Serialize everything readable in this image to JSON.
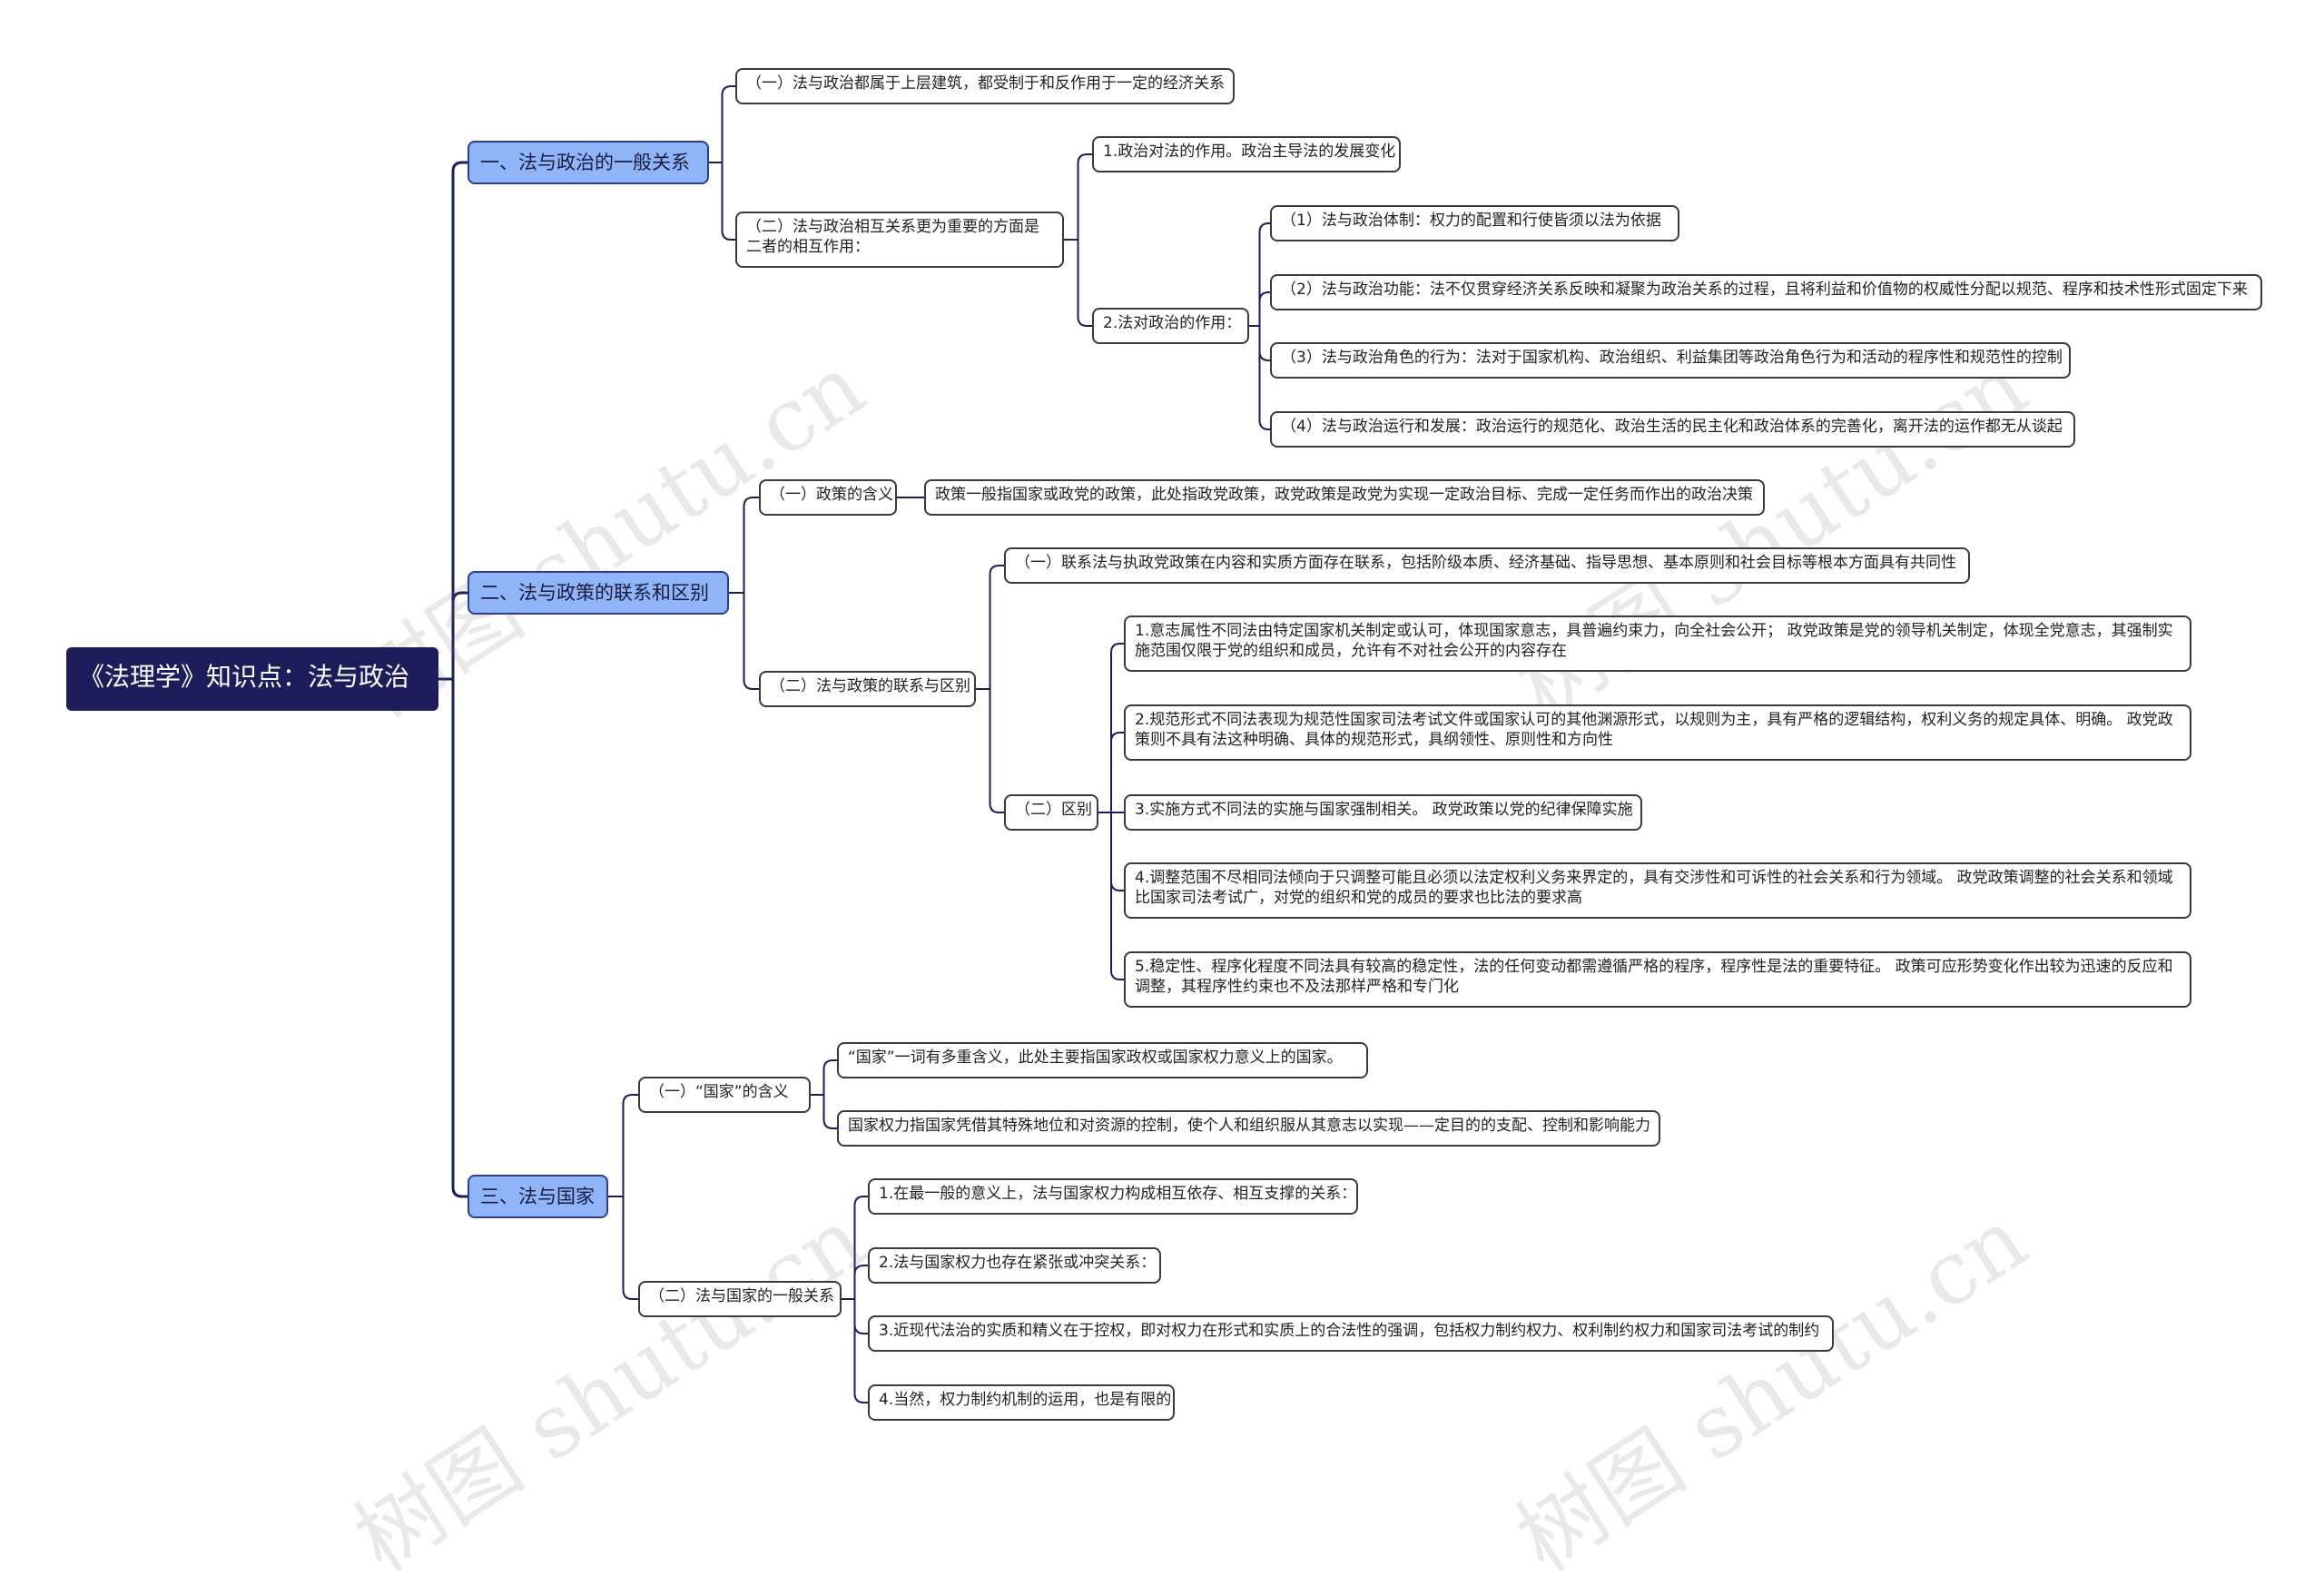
{
  "root": "《法理学》知识点：法与政治",
  "watermark": "树图 shutu.cn",
  "colors": {
    "root_bg": "#1e1d5c",
    "branch_bg": "#8fb4f7",
    "line": "#1e1d5c"
  },
  "branches": [
    {
      "label": "一、法与政治的一般关系",
      "children": [
        {
          "label": "（一）法与政治都属于上层建筑，都受制于和反作用于一定的经济关系"
        },
        {
          "label": "（二）法与政治相互关系更为重要的方面是二者的相互作用：",
          "children": [
            {
              "label": "1.政治对法的作用。政治主导法的发展变化"
            },
            {
              "label": "2.法对政治的作用：",
              "children": [
                {
                  "label": "（1）法与政治体制：权力的配置和行使皆须以法为依据"
                },
                {
                  "label": "（2）法与政治功能：法不仅贯穿经济关系反映和凝聚为政治关系的过程，且将利益和价值物的权威性分配以规范、程序和技术性形式固定下来"
                },
                {
                  "label": "（3）法与政治角色的行为：法对于国家机构、政治组织、利益集团等政治角色行为和活动的程序性和规范性的控制"
                },
                {
                  "label": "（4）法与政治运行和发展：政治运行的规范化、政治生活的民主化和政治体系的完善化，离开法的运作都无从谈起"
                }
              ]
            }
          ]
        }
      ]
    },
    {
      "label": "二、法与政策的联系和区别",
      "children": [
        {
          "label": "（一）政策的含义",
          "children": [
            {
              "label": "政策一般指国家或政党的政策，此处指政党政策，政党政策是政党为实现一定政治目标、完成一定任务而作出的政治决策"
            }
          ]
        },
        {
          "label": "（二）法与政策的联系与区别",
          "children": [
            {
              "label": "（一）联系法与执政党政策在内容和实质方面存在联系，包括阶级本质、经济基础、指导思想、基本原则和社会目标等根本方面具有共同性"
            },
            {
              "label": "（二）区别",
              "children": [
                {
                  "label": "1.意志属性不同法由特定国家机关制定或认可，体现国家意志，具普遍约束力，向全社会公开； 政党政策是党的领导机关制定，体现全党意志，其强制实施范围仅限于党的组织和成员，允许有不对社会公开的内容存在"
                },
                {
                  "label": "2.规范形式不同法表现为规范性国家司法考试文件或国家认可的其他渊源形式，以规则为主，具有严格的逻辑结构，权利义务的规定具体、明确。 政党政策则不具有法这种明确、具体的规范形式，具纲领性、原则性和方向性"
                },
                {
                  "label": "3.实施方式不同法的实施与国家强制相关。 政党政策以党的纪律保障实施"
                },
                {
                  "label": "4.调整范围不尽相同法倾向于只调整可能且必须以法定权利义务来界定的，具有交涉性和可诉性的社会关系和行为领域。 政党政策调整的社会关系和领域比国家司法考试广，对党的组织和党的成员的要求也比法的要求高"
                },
                {
                  "label": "5.稳定性、程序化程度不同法具有较高的稳定性，法的任何变动都需遵循严格的程序，程序性是法的重要特征。 政策可应形势变化作出较为迅速的反应和调整，其程序性约束也不及法那样严格和专门化"
                }
              ]
            }
          ]
        }
      ]
    },
    {
      "label": "三、法与国家",
      "children": [
        {
          "label": "（一）“国家”的含义",
          "children": [
            {
              "label": "“国家”一词有多重含义，此处主要指国家政权或国家权力意义上的国家。"
            },
            {
              "label": "国家权力指国家凭借其特殊地位和对资源的控制，使个人和组织服从其意志以实现——定目的的支配、控制和影响能力"
            }
          ]
        },
        {
          "label": "（二）法与国家的一般关系",
          "children": [
            {
              "label": "1.在最一般的意义上，法与国家权力构成相互依存、相互支撑的关系："
            },
            {
              "label": "2.法与国家权力也存在紧张或冲突关系："
            },
            {
              "label": "3.近现代法治的实质和精义在于控权，即对权力在形式和实质上的合法性的强调，包括权力制约权力、权利制约权力和国家司法考试的制约"
            },
            {
              "label": "4.当然，权力制约机制的运用，也是有限的"
            }
          ]
        }
      ]
    }
  ]
}
